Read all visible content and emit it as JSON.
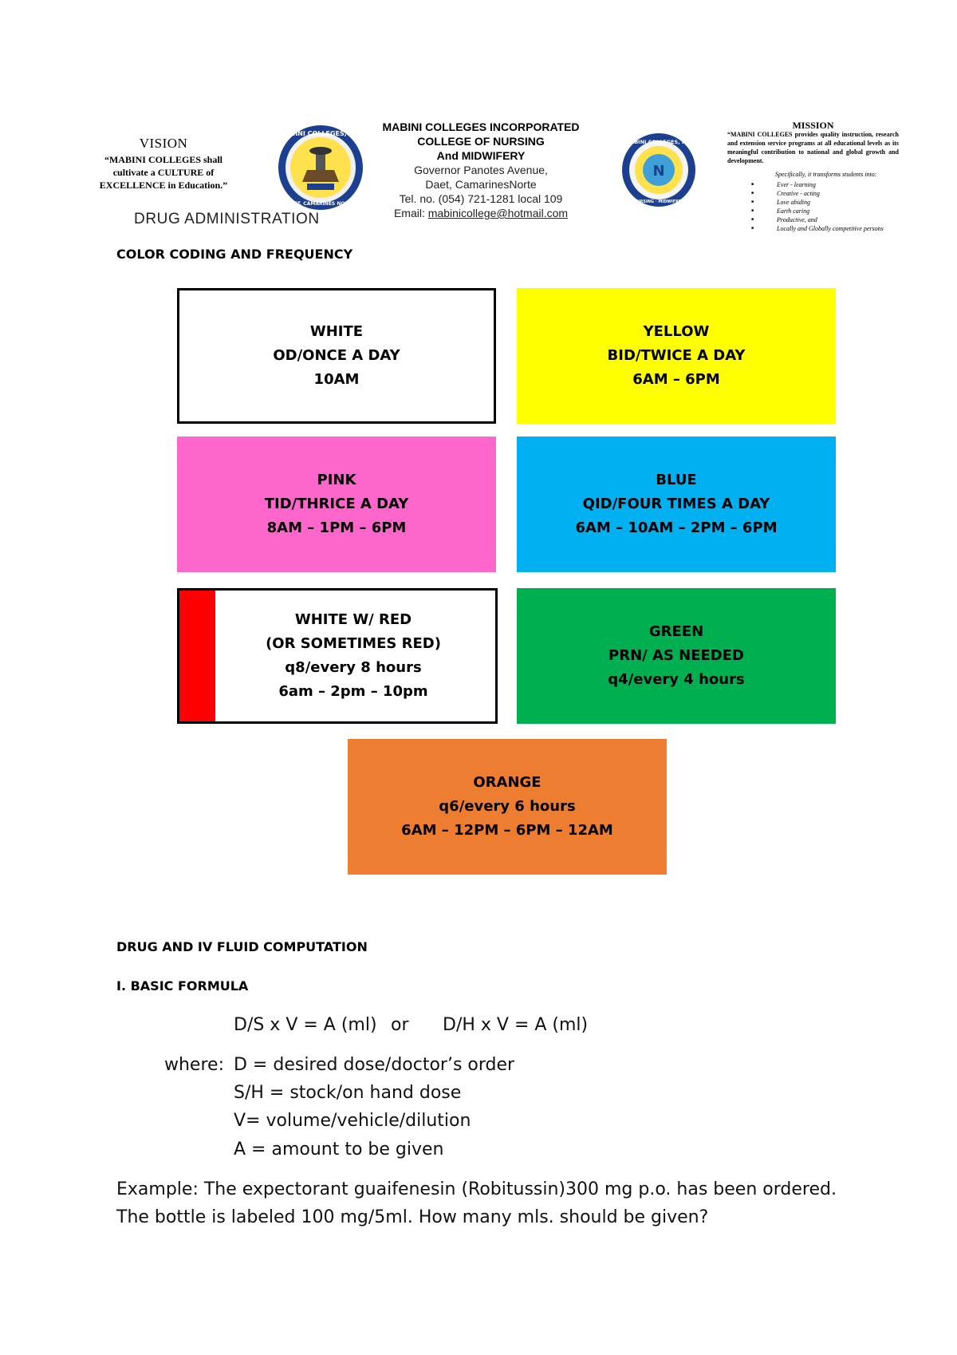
{
  "header": {
    "vision_heading": "VISION",
    "vision_text": "“MABINI COLLEGES shall cultivate a CULTURE of EXCELLENCE in Education.”",
    "drug_administration": "DRUG ADMINISTRATION",
    "college": {
      "line1": "MABINI COLLEGES INCORPORATED",
      "line2": "COLLEGE OF NURSING",
      "line3": "And MIDWIFERY",
      "line4": "Governor Panotes Avenue,",
      "line5": "Daet, CamarinesNorte",
      "tel": "Tel. no. (054) 721-1281 local 109",
      "email_label": "Email:",
      "email": "mabinicollege@hotmail.com"
    },
    "logo_left_text": "MABINI COLLEGES, Inc.",
    "logo_left_subtext": "DAET, CAMARINES NORTE",
    "logo_right_text": "MABINI COLLEGES, Inc.",
    "logo_right_subtext": "NURSING · MIDWIFERY",
    "mission": {
      "heading": "MISSION",
      "text": "“MABINI COLLEGES provides quality instruction, research and extension service programs at all educational levels as its meaningful contribution to national and global growth and development.",
      "specifically": "Specifically, it transforms students into:",
      "items": [
        "Ever - learning",
        "Creative - acting",
        "Love abiding",
        "Earth caring",
        "Productive, and",
        "Locally and Globally competitive persons"
      ]
    }
  },
  "section_color": "COLOR CODING AND FREQUENCY",
  "boxes": {
    "white": {
      "name": "WHITE",
      "freq": "OD/ONCE A DAY",
      "time": "10AM",
      "color": "#ffffff"
    },
    "yellow": {
      "name": "YELLOW",
      "freq": "BID/TWICE A DAY",
      "time": "6AM – 6PM",
      "color": "#ffff00"
    },
    "pink": {
      "name": "PINK",
      "freq": "TID/THRICE A DAY",
      "time": "8AM – 1PM – 6PM",
      "color": "#ff66cc"
    },
    "blue": {
      "name": "BLUE",
      "freq": "QID/FOUR TIMES A DAY",
      "time": "6AM – 10AM – 2PM – 6PM",
      "color": "#00b0f0"
    },
    "white_red": {
      "name": "WHITE W/ RED",
      "alt": "(OR SOMETIMES RED)",
      "freq": "q8/every 8 hours",
      "time": "6am – 2pm – 10pm",
      "color": "#ff0000"
    },
    "green": {
      "name": "GREEN",
      "freq": "PRN/ AS NEEDED",
      "time": "q4/every 4 hours",
      "color": "#00b050"
    },
    "orange": {
      "name": "ORANGE",
      "freq": "q6/every 6 hours",
      "time": "6AM – 12PM – 6PM – 12AM",
      "color": "#ed7d31"
    }
  },
  "computation": {
    "heading": "DRUG AND IV FLUID COMPUTATION",
    "subheading": "I. BASIC FORMULA",
    "formula1": "D/S x V = A (ml)",
    "or": "or",
    "formula2": "D/H x V = A (ml)",
    "where_label": "where:",
    "defs": [
      "D = desired dose/doctor’s order",
      "S/H = stock/on hand dose",
      "V= volume/vehicle/dilution",
      "A = amount to be given"
    ],
    "example_line1": "Example: The expectorant guaifenesin (Robitussin)300 mg p.o. has been ordered.",
    "example_line2": "The bottle is labeled 100 mg/5ml. How many mls. should be given?"
  }
}
